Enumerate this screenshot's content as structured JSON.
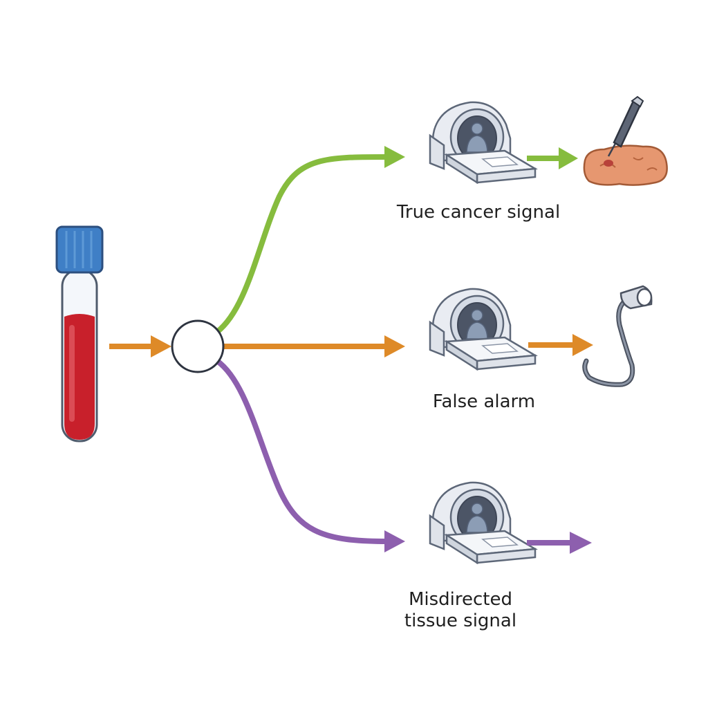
{
  "colors": {
    "true_path": "#86bc3e",
    "false_path": "#de8a28",
    "misdirected_path": "#8d5fae",
    "blood": "#c8202b",
    "cap": "#3f7fc6",
    "tissue": "#e69770"
  },
  "icons": {
    "sample": "blood-tube-icon",
    "split": "split-node-icon",
    "scanner": "ct-scanner-icon",
    "biopsy": "biopsy-needle-icon",
    "scope": "endoscope-icon"
  },
  "paths": [
    {
      "id": "true",
      "label": "True cancer signal",
      "outcome": "biopsy"
    },
    {
      "id": "false",
      "label": "False alarm",
      "outcome": "endoscopy"
    },
    {
      "id": "misdirected",
      "label_lines": [
        "Misdirected",
        "tissue signal"
      ],
      "outcome": "none"
    }
  ]
}
